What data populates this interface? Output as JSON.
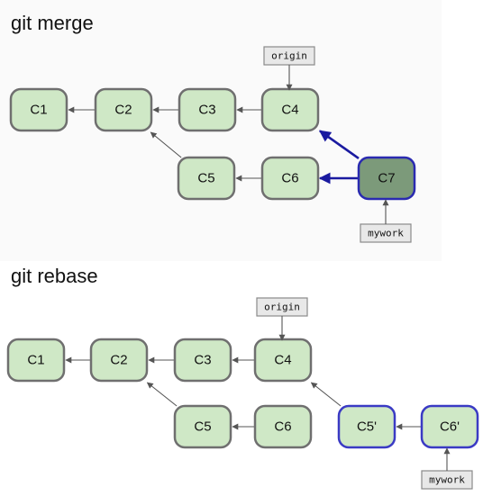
{
  "colors": {
    "node_fill": "#cfe8c6",
    "node_stroke": "#6f6f6f",
    "highlight_fill": "#7c9a7a",
    "highlight_stroke": "#2a2ab0",
    "rebased_fill": "#cfe8c6",
    "rebased_stroke": "#3a3ac4",
    "edge": "#555555",
    "merge_edge": "#1a1aa0"
  },
  "merge": {
    "title": "git merge",
    "commits": [
      {
        "id": "c1",
        "label": "C1",
        "style": "normal"
      },
      {
        "id": "c2",
        "label": "C2",
        "style": "normal"
      },
      {
        "id": "c3",
        "label": "C3",
        "style": "normal"
      },
      {
        "id": "c4",
        "label": "C4",
        "style": "normal"
      },
      {
        "id": "c5",
        "label": "C5",
        "style": "normal"
      },
      {
        "id": "c6",
        "label": "C6",
        "style": "normal"
      },
      {
        "id": "c7",
        "label": "C7",
        "style": "merge"
      }
    ],
    "refs": [
      {
        "id": "origin",
        "label": "origin",
        "points_to": "c4"
      },
      {
        "id": "mywork",
        "label": "mywork",
        "points_to": "c7"
      }
    ],
    "edges": [
      {
        "from": "c2",
        "to": "c1",
        "style": "normal"
      },
      {
        "from": "c3",
        "to": "c2",
        "style": "normal"
      },
      {
        "from": "c4",
        "to": "c3",
        "style": "normal"
      },
      {
        "from": "c5",
        "to": "c2",
        "style": "normal"
      },
      {
        "from": "c6",
        "to": "c5",
        "style": "normal"
      },
      {
        "from": "c7",
        "to": "c6",
        "style": "merge"
      },
      {
        "from": "c7",
        "to": "c4",
        "style": "merge"
      }
    ]
  },
  "rebase": {
    "title": "git rebase",
    "commits": [
      {
        "id": "c1",
        "label": "C1",
        "style": "normal"
      },
      {
        "id": "c2",
        "label": "C2",
        "style": "normal"
      },
      {
        "id": "c3",
        "label": "C3",
        "style": "normal"
      },
      {
        "id": "c4",
        "label": "C4",
        "style": "normal"
      },
      {
        "id": "c5",
        "label": "C5",
        "style": "normal"
      },
      {
        "id": "c6",
        "label": "C6",
        "style": "normal"
      },
      {
        "id": "c5p",
        "label": "C5'",
        "style": "rebased"
      },
      {
        "id": "c6p",
        "label": "C6'",
        "style": "rebased"
      }
    ],
    "refs": [
      {
        "id": "origin",
        "label": "origin",
        "points_to": "c4"
      },
      {
        "id": "mywork",
        "label": "mywork",
        "points_to": "c6p"
      }
    ],
    "edges": [
      {
        "from": "c2",
        "to": "c1",
        "style": "normal"
      },
      {
        "from": "c3",
        "to": "c2",
        "style": "normal"
      },
      {
        "from": "c4",
        "to": "c3",
        "style": "normal"
      },
      {
        "from": "c5",
        "to": "c2",
        "style": "normal"
      },
      {
        "from": "c6",
        "to": "c5",
        "style": "normal"
      },
      {
        "from": "c5p",
        "to": "c4",
        "style": "normal"
      },
      {
        "from": "c6p",
        "to": "c5p",
        "style": "normal"
      }
    ]
  }
}
